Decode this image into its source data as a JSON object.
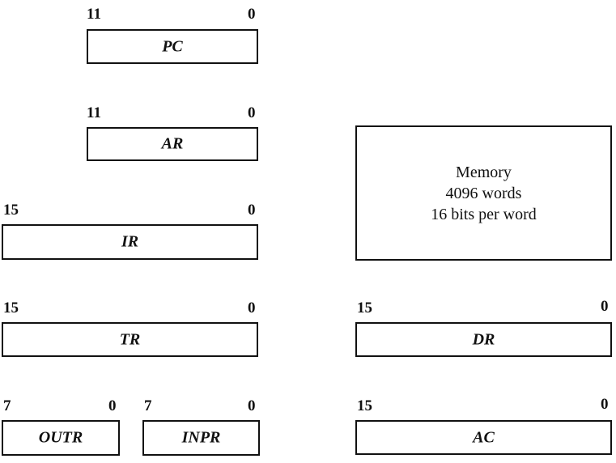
{
  "registers": {
    "pc": {
      "name": "PC",
      "msb": "11",
      "lsb": "0"
    },
    "ar": {
      "name": "AR",
      "msb": "11",
      "lsb": "0"
    },
    "ir": {
      "name": "IR",
      "msb": "15",
      "lsb": "0"
    },
    "tr": {
      "name": "TR",
      "msb": "15",
      "lsb": "0"
    },
    "outr": {
      "name": "OUTR",
      "msb": "7",
      "lsb": "0"
    },
    "inpr": {
      "name": "INPR",
      "msb": "7",
      "lsb": "0"
    },
    "dr": {
      "name": "DR",
      "msb": "15",
      "lsb": "0"
    },
    "ac": {
      "name": "AC",
      "msb": "15",
      "lsb": "0"
    }
  },
  "memory": {
    "line1": "Memory",
    "line2": "4096 words",
    "line3": "16 bits per word"
  }
}
